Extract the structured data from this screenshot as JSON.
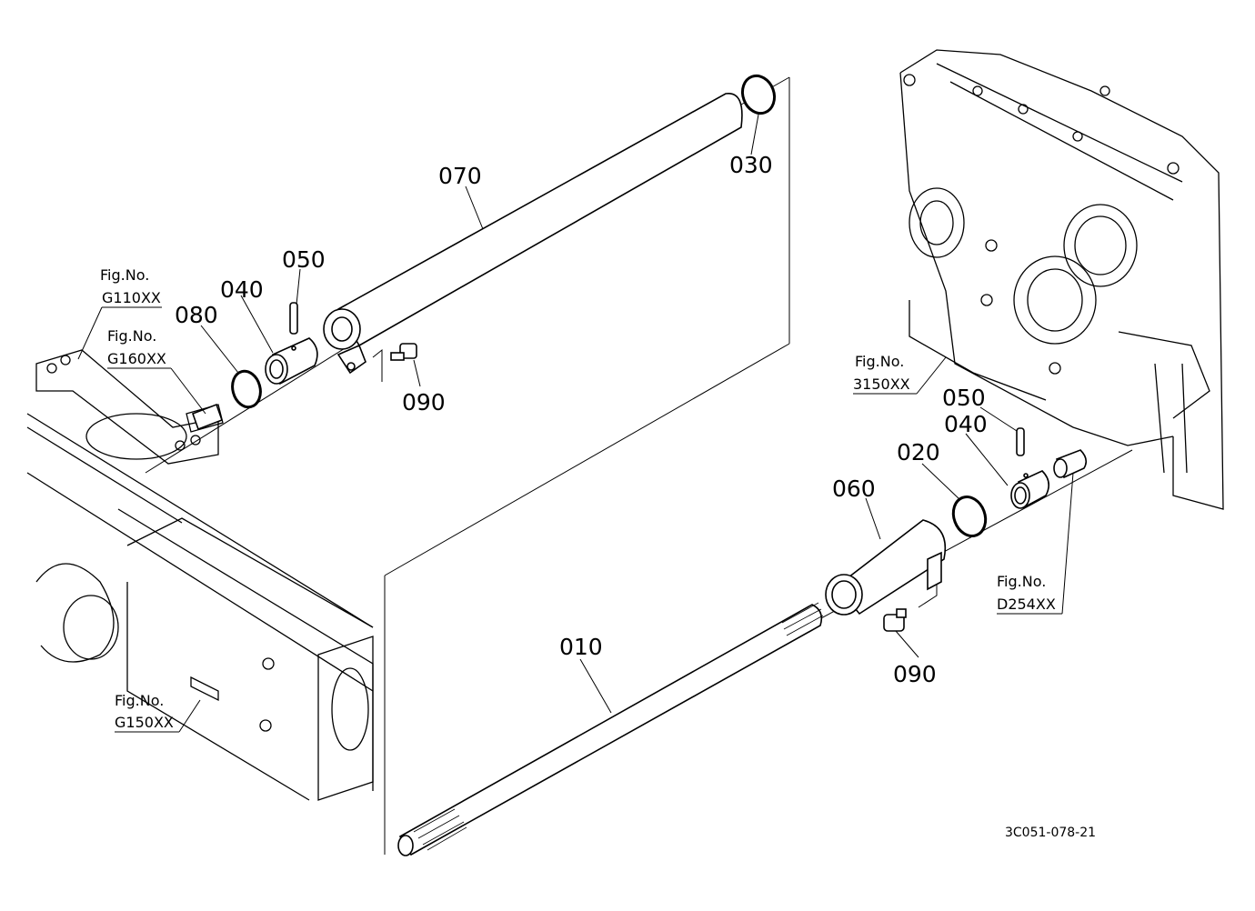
{
  "parts": {
    "p070": "070",
    "p030": "030",
    "p050a": "050",
    "p040a": "040",
    "p080": "080",
    "p090a": "090",
    "p050b": "050",
    "p040b": "040",
    "p020": "020",
    "p060": "060",
    "p010": "010",
    "p090b": "090"
  },
  "refs": {
    "g110": {
      "label": "Fig.No.",
      "code": "G110XX"
    },
    "g160": {
      "label": "Fig.No.",
      "code": "G160XX"
    },
    "f3150": {
      "label": "Fig.No.",
      "code": "3150XX"
    },
    "d254": {
      "label": "Fig.No.",
      "code": "D254XX"
    },
    "g150": {
      "label": "Fig.No.",
      "code": "G150XX"
    }
  },
  "drawing_code": "3C051-078-21"
}
